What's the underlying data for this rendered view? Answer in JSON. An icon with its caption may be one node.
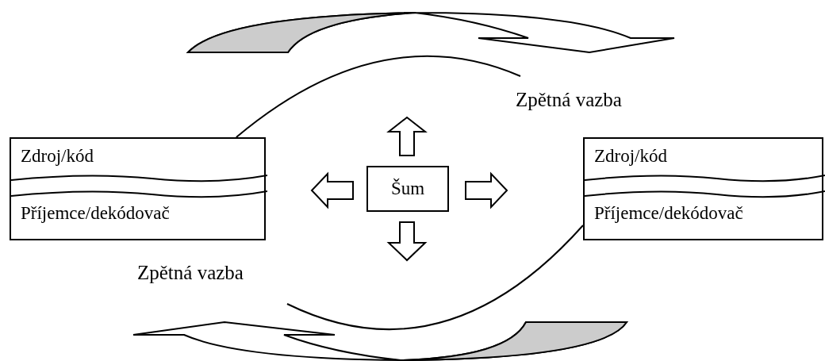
{
  "diagram": {
    "nodes": [
      {
        "text": [
          "Zdroj/kód",
          "Příjemce/dekódovač"
        ]
      },
      {
        "text": [
          "Šum"
        ]
      },
      {
        "text": [
          "Zdroj/kód",
          "Příjemce/dekódovač"
        ]
      }
    ],
    "edges": [
      {
        "from": 0,
        "to": null,
        "arrow": "none"
      },
      {
        "from": 2,
        "to": null,
        "arrow": "none"
      }
    ],
    "labels": [
      "Zpětná vazba",
      "Zpětná vazba"
    ]
  }
}
